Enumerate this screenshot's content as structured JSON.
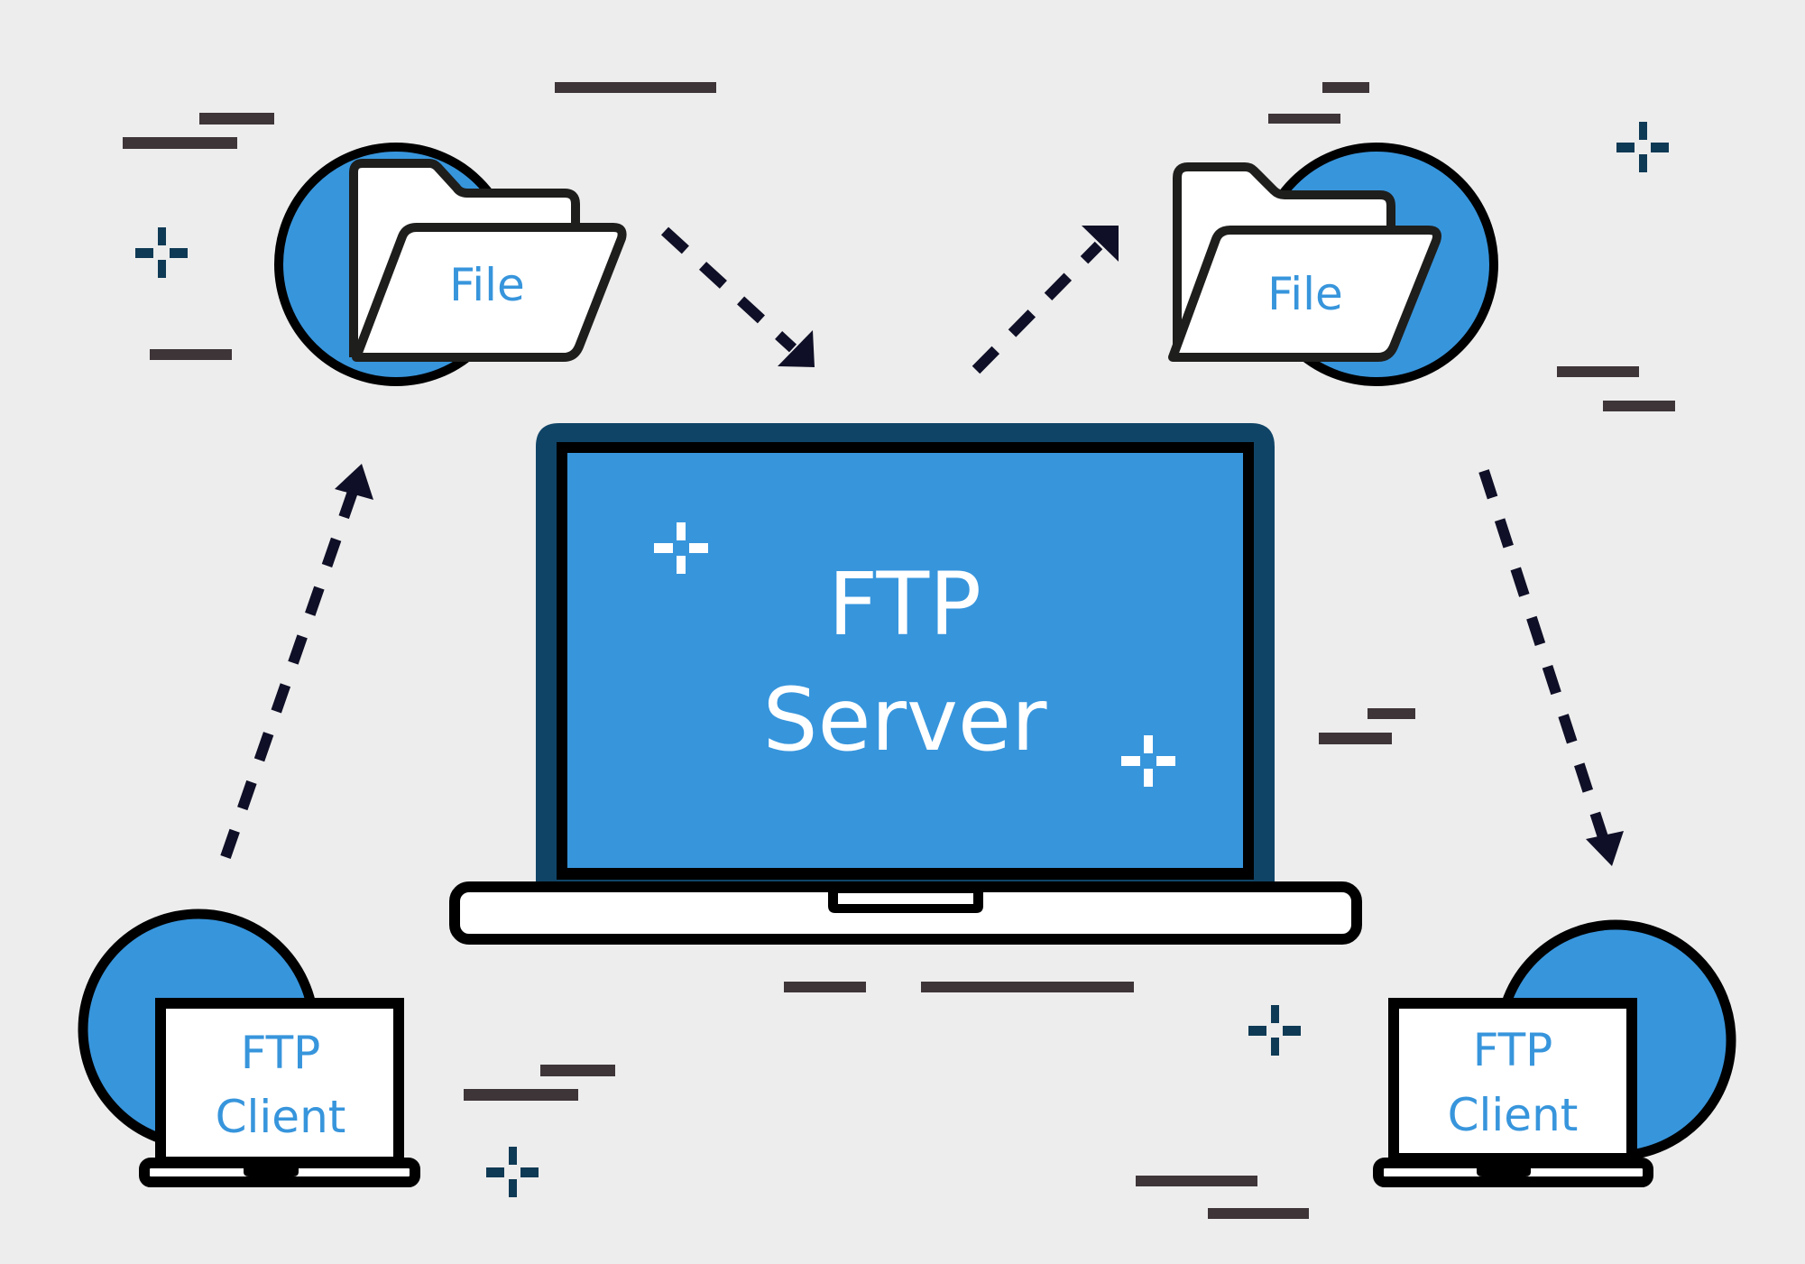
{
  "diagram": {
    "title": "FTP Server file transfer",
    "colors": {
      "background": "#ededed",
      "accent_blue": "#3795dc",
      "frame_navy": "#0f4467",
      "outline": "#000000",
      "arrow": "#0f0f27",
      "dash_line": "#3e3538",
      "sparkle": "#0f3a55"
    },
    "server": {
      "line1": "FTP",
      "line2": "Server"
    },
    "files": [
      {
        "id": "file-left",
        "label": "File"
      },
      {
        "id": "file-right",
        "label": "File"
      }
    ],
    "clients": [
      {
        "id": "client-left",
        "line1": "FTP",
        "line2": "Client"
      },
      {
        "id": "client-right",
        "line1": "FTP",
        "line2": "Client"
      }
    ],
    "flows": [
      {
        "from": "client-left",
        "to": "file-left",
        "style": "dashed-arrow"
      },
      {
        "from": "file-left",
        "to": "server",
        "style": "dashed-arrow"
      },
      {
        "from": "server",
        "to": "file-right",
        "style": "dashed-arrow"
      },
      {
        "from": "file-right",
        "to": "client-right",
        "style": "dashed-arrow"
      }
    ]
  }
}
